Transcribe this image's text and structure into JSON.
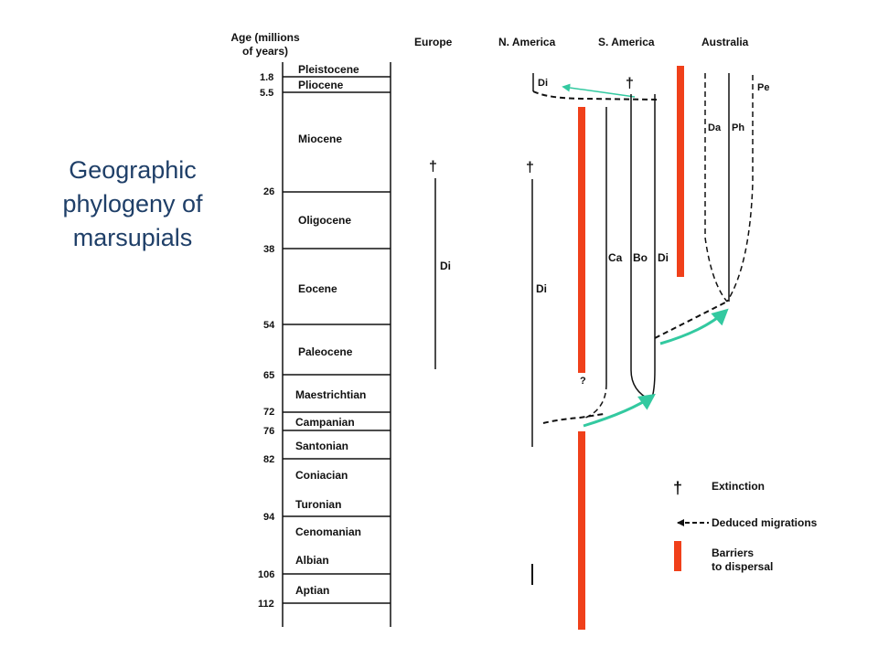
{
  "slide": {
    "title_lines": [
      "Geographic",
      "phylogeny of",
      "marsupials"
    ]
  },
  "timescale": {
    "header_line1": "Age (millions",
    "header_line2": "of years)",
    "ages": [
      "1.8",
      "5.5",
      "26",
      "38",
      "54",
      "65",
      "72",
      "76",
      "82",
      "94",
      "106",
      "112"
    ],
    "periods": [
      "Pleistocene",
      "Pliocene",
      "Miocene",
      "Oligocene",
      "Eocene",
      "Paleocene",
      "Maestrichtian",
      "Campanian",
      "Santonian",
      "Coniacian",
      "Turonian",
      "Cenomanian",
      "Albian",
      "Aptian"
    ]
  },
  "regions": [
    "Europe",
    "N. America",
    "S. America",
    "Australia"
  ],
  "lineages": {
    "europe_di": "Di",
    "na_di": "Di",
    "na_di_recent": "Di",
    "sa_ca": "Ca",
    "sa_bo": "Bo",
    "sa_di": "Di",
    "au_da": "Da",
    "au_ph": "Ph",
    "au_pe": "Pe",
    "question_mark": "?",
    "dagger": "†"
  },
  "legend": {
    "extinction": "Extinction",
    "migrations": "Deduced migrations",
    "barriers_line1": "Barriers",
    "barriers_line2": "to dispersal"
  },
  "colors": {
    "barrier": "#f0401a",
    "arrow": "#33c9a0",
    "title": "#1f3f68",
    "line": "#111111"
  }
}
